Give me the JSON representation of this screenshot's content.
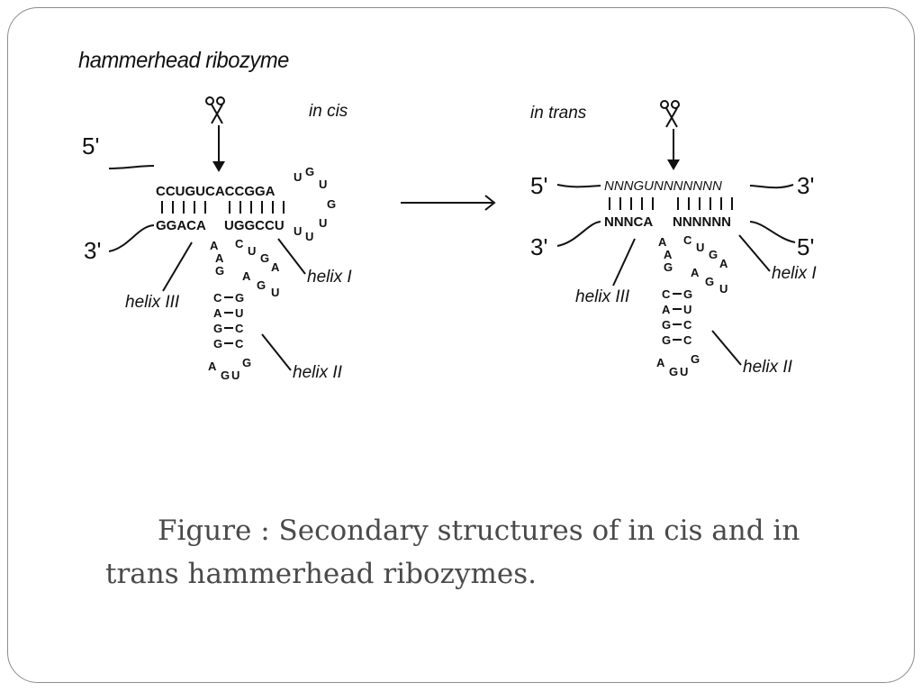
{
  "figure": {
    "title": "hammerhead ribozyme",
    "cis": {
      "mode_label": "in cis",
      "end_5": "5'",
      "end_3": "3'",
      "top_strand": "CCUGUCACCGGA",
      "bottom_strand": "GGACA",
      "bottom_strand_2": "UGGCCU",
      "loop_top": [
        "U",
        "G",
        "U",
        "G",
        "U",
        "U",
        "U"
      ],
      "core_bases": [
        "A",
        "A",
        "G",
        "C",
        "U",
        "G",
        "A",
        "A",
        "G",
        "U"
      ],
      "stem_left": [
        "C",
        "A",
        "G",
        "G"
      ],
      "stem_right": [
        "G",
        "U",
        "C",
        "C"
      ],
      "loop_bottom": [
        "A",
        "G",
        "U",
        "G"
      ],
      "helix_labels": [
        "helix I",
        "helix II",
        "helix III"
      ]
    },
    "trans": {
      "mode_label": "in trans",
      "end_5_top": "5'",
      "end_3_top": "3'",
      "end_3_bottom": "3'",
      "end_5_bottom": "5'",
      "top_strand": "NNNGUNNNNNNN",
      "bottom_strand": "NNNCA",
      "bottom_strand_2": "NNNNNN",
      "helix_labels": [
        "helix I",
        "helix II",
        "helix III"
      ]
    }
  },
  "caption": "Figure : Secondary structures of in cis and in trans hammerhead ribozymes."
}
